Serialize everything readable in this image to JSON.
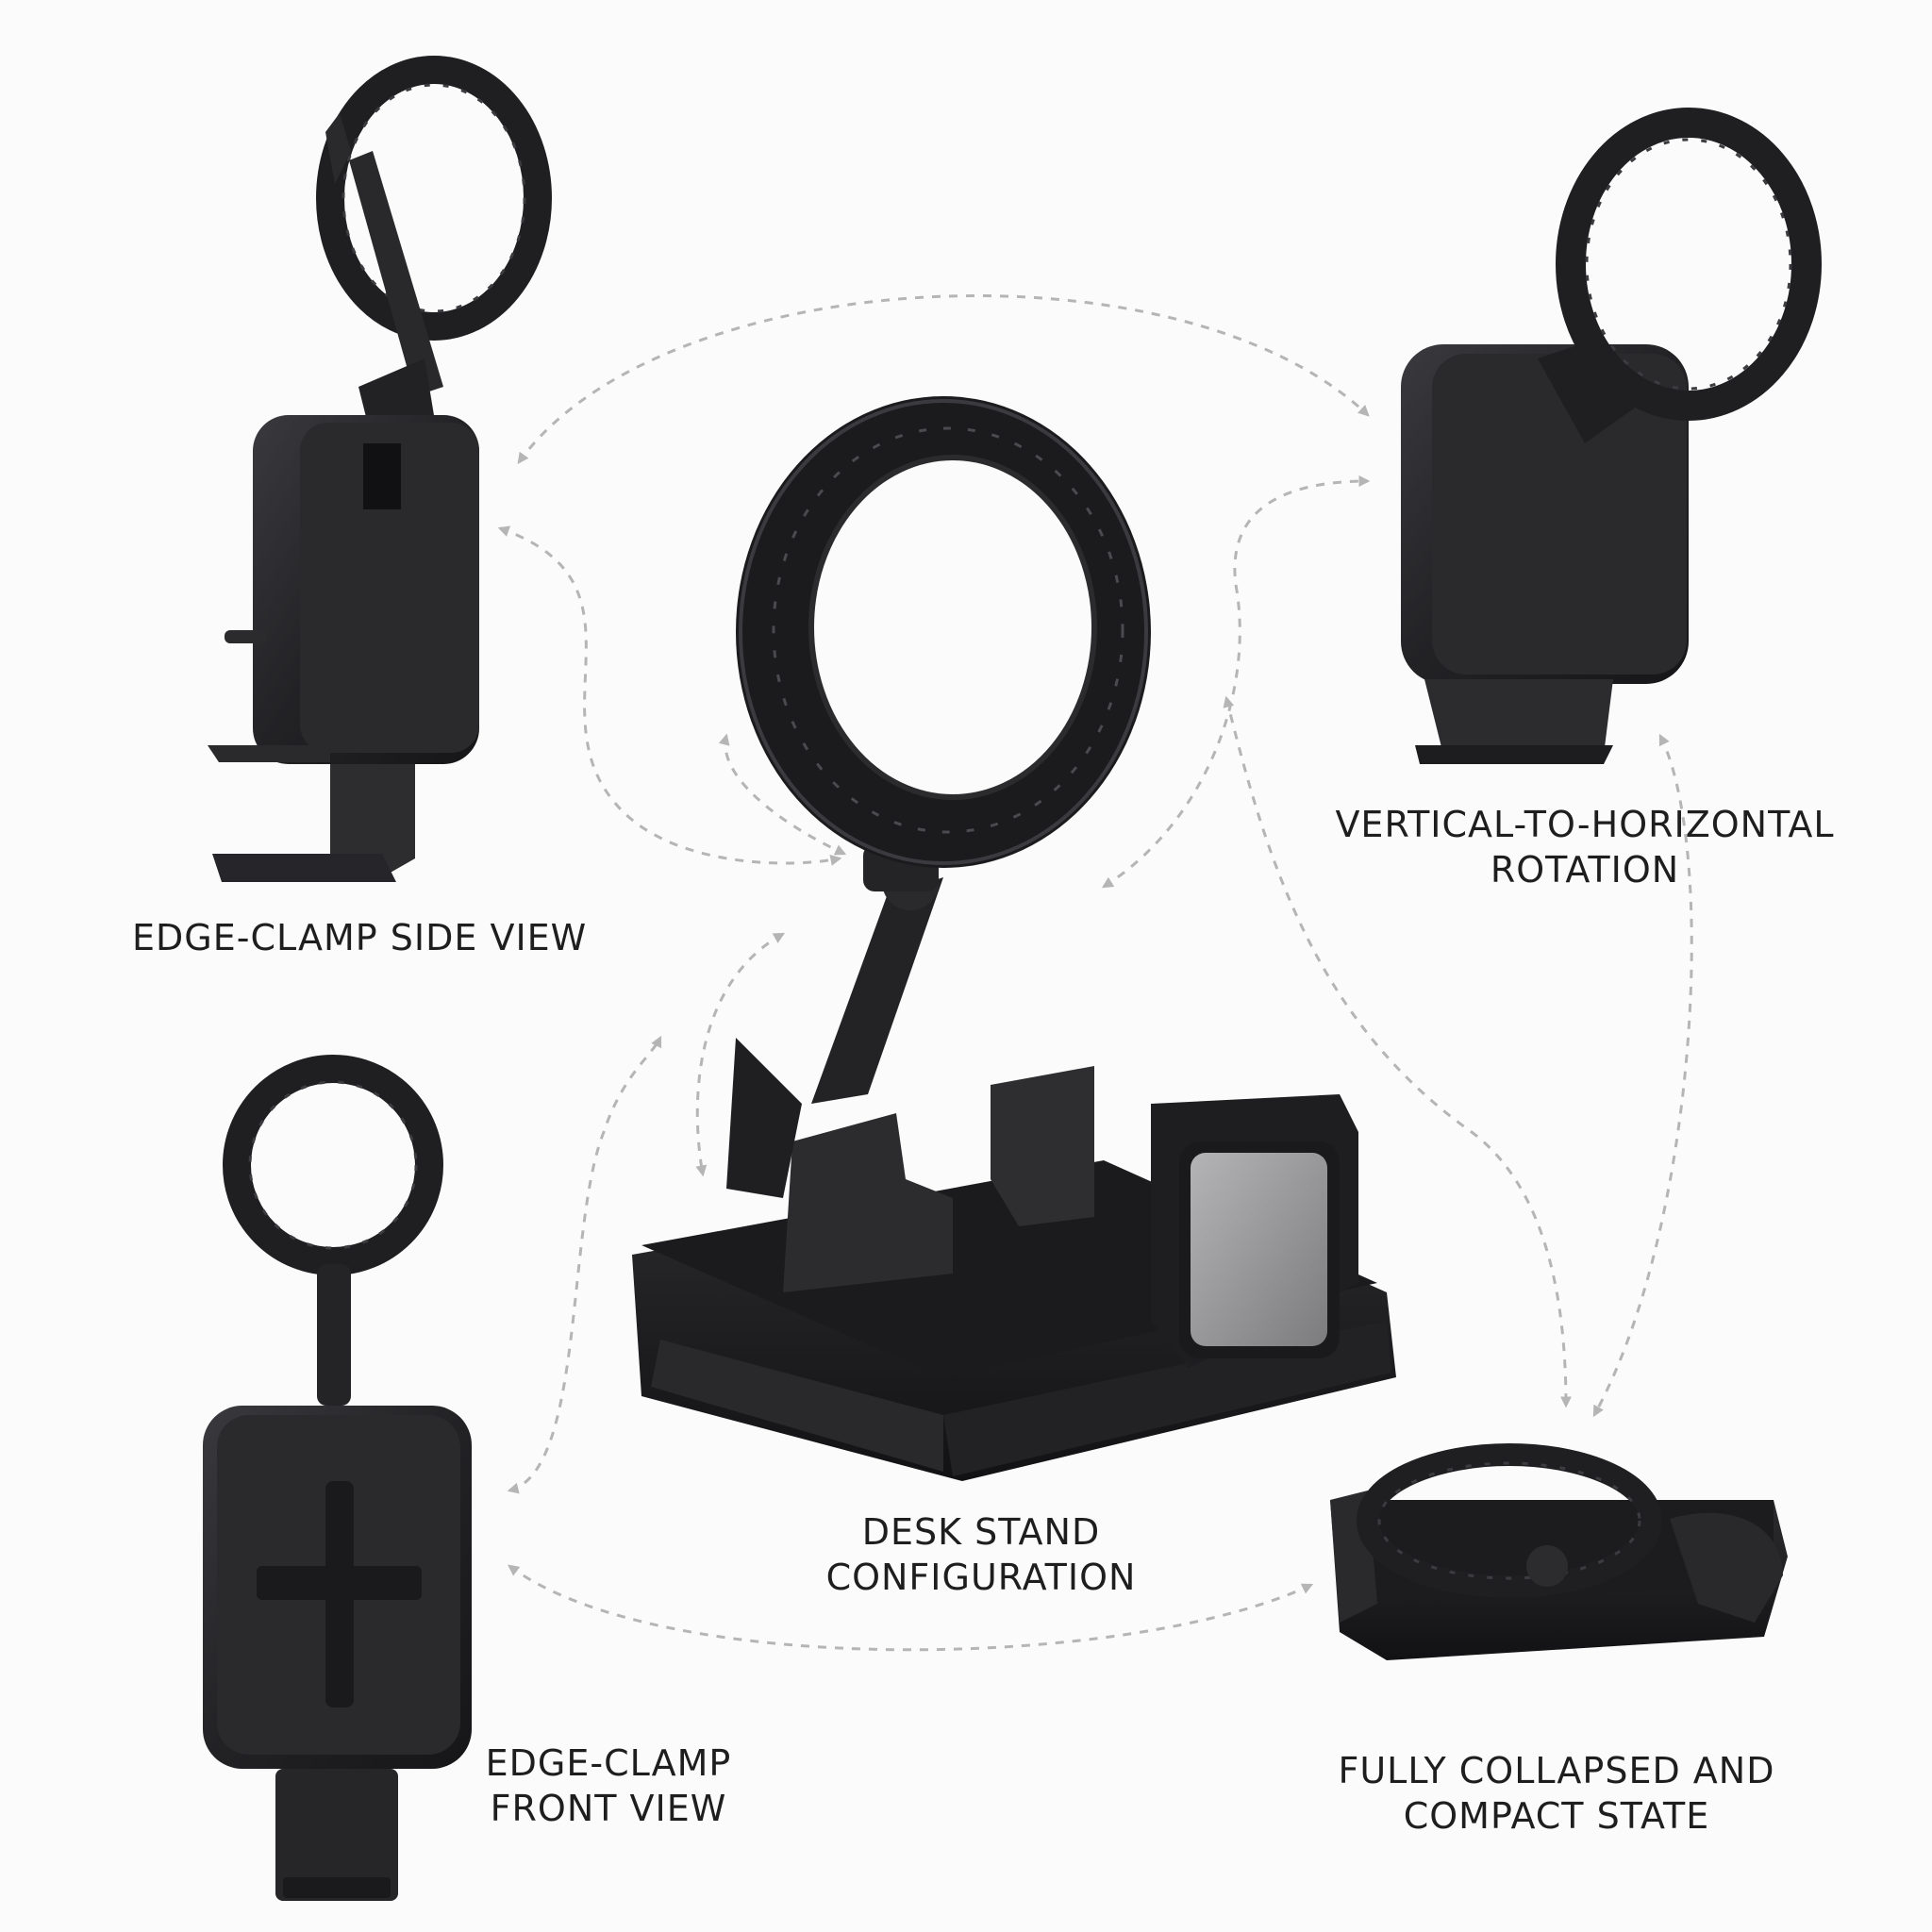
{
  "captions": {
    "edge_side": "EDGE-CLAMP SIDE VIEW",
    "rotation_line1": "VERTICAL-TO-HORIZONTAL",
    "rotation_line2": "ROTATION",
    "desk_line1": "DESK STAND",
    "desk_line2": "CONFIGURATION",
    "edge_front_line1": "EDGE-CLAMP",
    "edge_front_line2": "FRONT VIEW",
    "collapsed_line1": "FULLY COLLAPSED AND",
    "collapsed_line2": "COMPACT STATE"
  },
  "colors": {
    "background": "#fbfbfb",
    "product_dark": "#1c1c1e",
    "product_mid": "#2e2e31",
    "product_highlight": "#4a4a4f",
    "magnet_plate": "#9a9a9c",
    "arrow": "#b5b5b5",
    "text": "#1e1e1e"
  }
}
